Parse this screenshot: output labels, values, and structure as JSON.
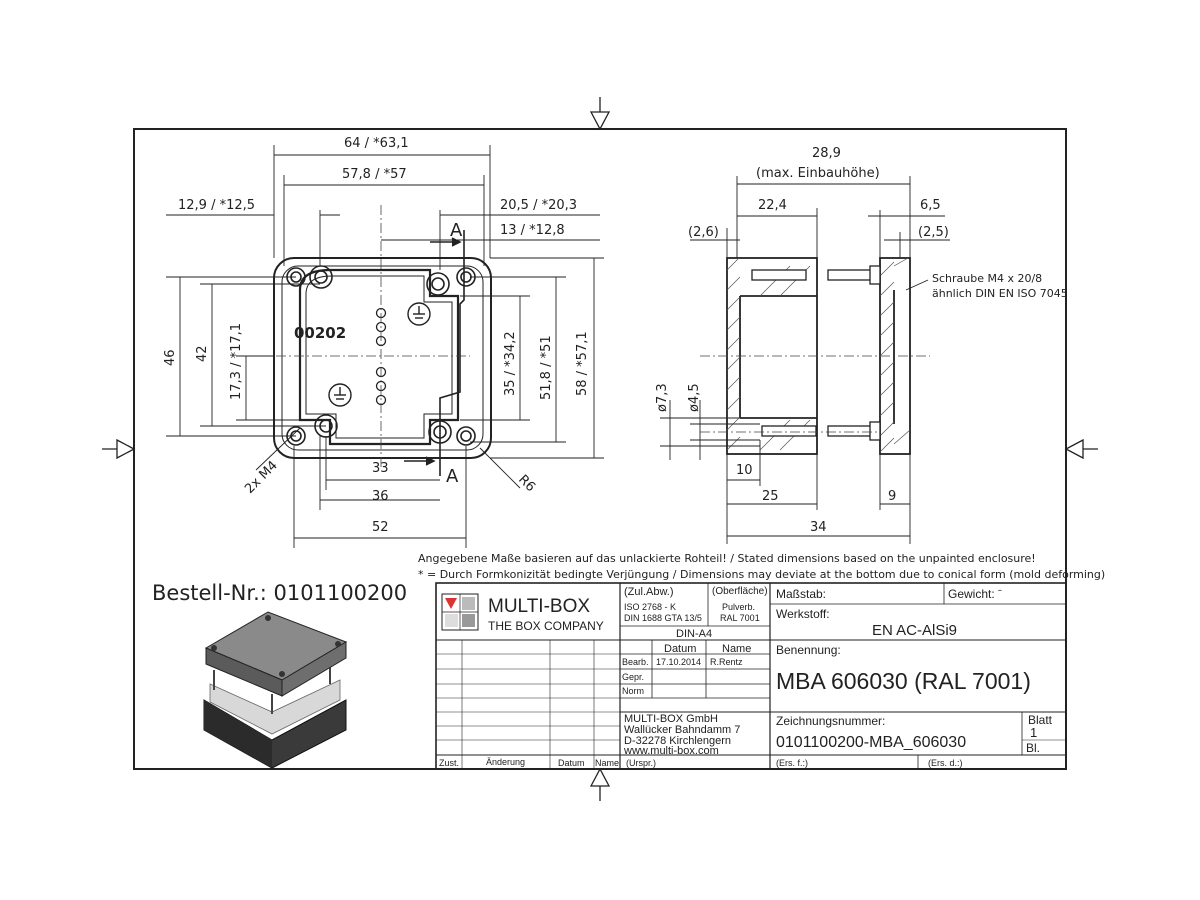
{
  "top_view": {
    "dims": {
      "w_outer": "64 / *63,1",
      "w_inner": "57,8 / *57",
      "left_off": "12,9 / *12,5",
      "right_off": "20,5 / *20,3",
      "right_off2": "13 / *12,8",
      "h46": "46",
      "h42": "42",
      "h17": "17,3 / *17,1",
      "h35": "35 / *34,2",
      "h51": "51,8 / *51",
      "h58": "58 / *57,1",
      "w33": "33",
      "w36": "36",
      "w52": "52",
      "screw_label": "2x M4",
      "radius": "R6"
    },
    "section_a": "A",
    "section_a2": "A",
    "part_no": "00202"
  },
  "side_view": {
    "dims": {
      "height": "28,9",
      "height_note": "(max. Einbauhöhe)",
      "d22": "22,4",
      "d6": "6,5",
      "d26": "(2,6)",
      "d25p": "(2,5)",
      "dia73": "ø7,3",
      "dia45": "ø4,5",
      "d10": "10",
      "d25": "25",
      "d9": "9",
      "d34": "34"
    },
    "screw_note_1": "Schraube M4 x 20/8",
    "screw_note_2": "ähnlich DIN EN ISO 7045"
  },
  "notes": {
    "line1": "Angegebene Maße basieren auf das unlackierte Rohteil! / Stated dimensions based on the unpainted enclosure!",
    "line2": "* = Durch Formkonizität bedingte Verjüngung / Dimensions may deviate at the bottom due to conical form (mold deforming)"
  },
  "order_number": "Bestell-Nr.: 0101100200",
  "title_block": {
    "company_name": "MULTI-BOX",
    "company_sub": "THE BOX COMPANY",
    "zul_abw": "(Zul.Abw.)",
    "iso1": "ISO 2768 - K",
    "iso2": "DIN 1688 GTA 13/5",
    "surface_label": "(Oberfläche)",
    "surface_1": "Pulverb.",
    "surface_2": "RAL 7001",
    "format": "DIN-A4",
    "col_datum": "Datum",
    "col_name": "Name",
    "row_bearb": "Bearb.",
    "row_gepr": "Gepr.",
    "row_norm": "Norm",
    "bearb_date": "17.10.2014",
    "bearb_name": "R.Rentz",
    "address_1": "MULTI-BOX GmbH",
    "address_2": "Wallücker Bahndamm 7",
    "address_3": "D-32278 Kirchlengern",
    "address_4": "www.multi-box.com",
    "massstab": "Maßstab:",
    "gewicht": "Gewicht: ˉ",
    "werkstoff": "Werkstoff:",
    "werkstoff_val": "EN AC-AlSi9",
    "benennung": "Benennung:",
    "benennung_val": "MBA 606030 (RAL 7001)",
    "zeichnungsnummer": "Zeichnungsnummer:",
    "zeichnungsnummer_val": "0101100200-MBA_606030",
    "blatt": "Blatt",
    "blatt_val": "1",
    "bl": "Bl.",
    "zust": "Zust.",
    "aenderung": "Änderung",
    "datum": "Datum",
    "name": "Name",
    "urspr": "(Urspr.)",
    "ers_f": "(Ers. f.:)",
    "ers_d": "(Ers. d.:)"
  }
}
